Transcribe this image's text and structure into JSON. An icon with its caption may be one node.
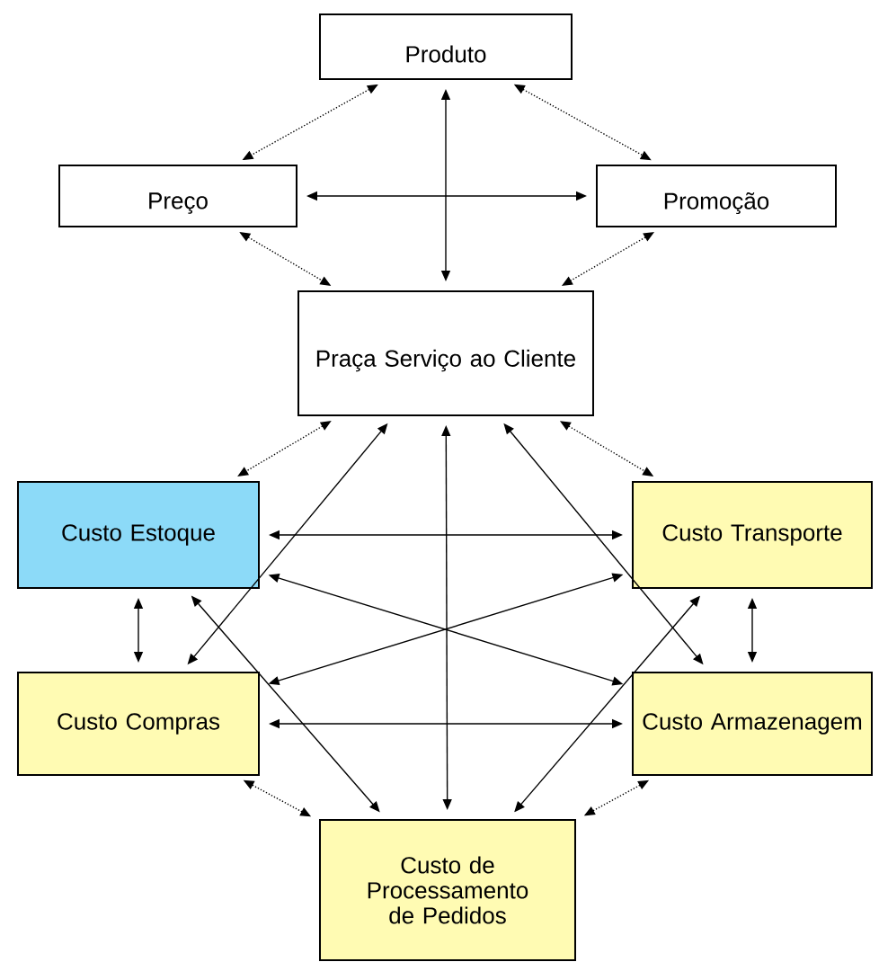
{
  "diagram": {
    "nodes": [
      {
        "text": [
          "Produto"
        ]
      },
      {
        "text": [
          "Preço"
        ]
      },
      {
        "text": [
          "Promoção"
        ]
      },
      {
        "text": [
          "Praça Serviço ao Cliente"
        ]
      },
      {
        "text": [
          "Custo Estoque"
        ]
      },
      {
        "text": [
          "Custo Transporte"
        ]
      },
      {
        "text": [
          "Custo Compras"
        ]
      },
      {
        "text": [
          "Custo Armazenagem"
        ]
      },
      {
        "text": [
          "Custo de Processamento de Pedidos"
        ]
      }
    ],
    "edges": [
      {
        "from": 0,
        "to": 1,
        "arrow": "both",
        "style": "dashed"
      },
      {
        "from": 0,
        "to": 2,
        "arrow": "both",
        "style": "dashed"
      },
      {
        "from": 0,
        "to": 3,
        "arrow": "both"
      },
      {
        "from": 1,
        "to": 2,
        "arrow": "both"
      },
      {
        "from": 1,
        "to": 3,
        "arrow": "both",
        "style": "dashed"
      },
      {
        "from": 2,
        "to": 3,
        "arrow": "both",
        "style": "dashed"
      },
      {
        "from": 3,
        "to": 4,
        "arrow": "both",
        "style": "dashed"
      },
      {
        "from": 3,
        "to": 5,
        "arrow": "both",
        "style": "dashed"
      },
      {
        "from": 4,
        "to": 5,
        "arrow": "both"
      },
      {
        "from": 4,
        "to": 6,
        "arrow": "both"
      },
      {
        "from": 5,
        "to": 7,
        "arrow": "both"
      },
      {
        "from": 6,
        "to": 7,
        "arrow": "both"
      },
      {
        "from": 4,
        "to": 7,
        "arrow": "both"
      },
      {
        "from": 6,
        "to": 5,
        "arrow": "both"
      },
      {
        "from": 4,
        "to": 8,
        "arrow": "both"
      },
      {
        "from": 5,
        "to": 8,
        "arrow": "both"
      },
      {
        "from": 6,
        "to": 3,
        "arrow": "both"
      },
      {
        "from": 7,
        "to": 3,
        "arrow": "both"
      },
      {
        "from": 3,
        "to": 8,
        "arrow": "both"
      },
      {
        "from": 6,
        "to": 8,
        "arrow": "both",
        "style": "dashed"
      },
      {
        "from": 7,
        "to": 8,
        "arrow": "both",
        "style": "dashed"
      }
    ]
  }
}
